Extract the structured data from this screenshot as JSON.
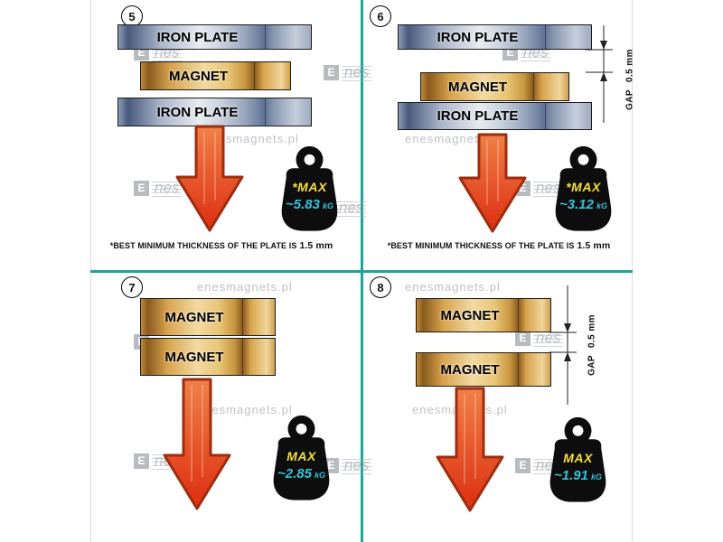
{
  "watermark": {
    "text": "enesmagnets.pl",
    "logo_e": "E",
    "logo_rest": "nes"
  },
  "colors": {
    "divider": "#1ba69a",
    "arrow": "#e23f17",
    "max_label": "#f4df3a",
    "value": "#30c4de"
  },
  "quadrants": [
    {
      "num": "5",
      "layers": [
        "IRON PLATE",
        "MAGNET",
        "IRON PLATE"
      ],
      "weight": {
        "max_label": "*MAX",
        "value": "~5.83",
        "unit": "kG"
      },
      "note": {
        "text": "*BEST MINIMUM THICKNESS OF THE PLATE IS",
        "bold": "1.5 mm"
      }
    },
    {
      "num": "6",
      "layers": [
        "IRON PLATE",
        "MAGNET",
        "IRON PLATE"
      ],
      "gap": {
        "label": "GAP",
        "value": "0.5 mm"
      },
      "weight": {
        "max_label": "*MAX",
        "value": "~3.12",
        "unit": "kG"
      },
      "note": {
        "text": "*BEST MINIMUM THICKNESS OF THE PLATE IS",
        "bold": "1.5 mm"
      }
    },
    {
      "num": "7",
      "layers": [
        "MAGNET",
        "MAGNET"
      ],
      "weight": {
        "max_label": "MAX",
        "value": "~2.85",
        "unit": "kG"
      }
    },
    {
      "num": "8",
      "layers": [
        "MAGNET",
        "MAGNET"
      ],
      "gap": {
        "label": "GAP",
        "value": "0.5 mm"
      },
      "weight": {
        "max_label": "MAX",
        "value": "~1.91",
        "unit": "kG"
      }
    }
  ]
}
